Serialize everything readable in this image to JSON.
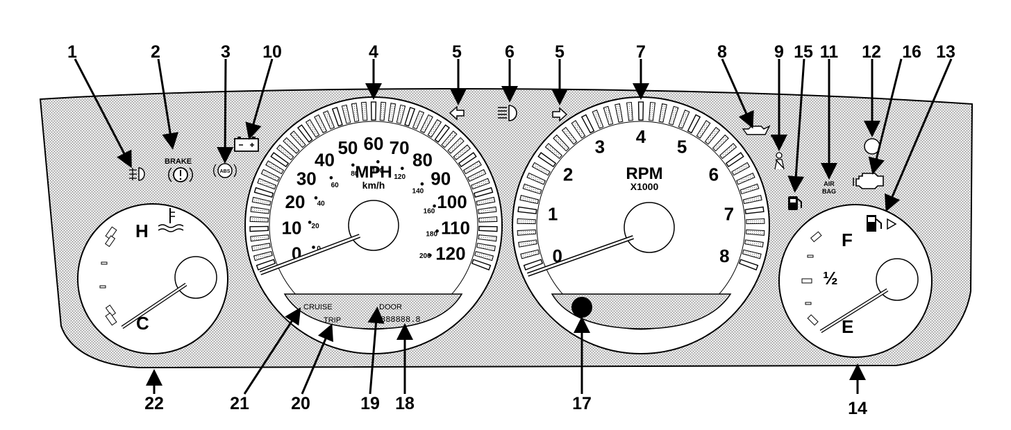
{
  "callouts": {
    "n1": "1",
    "n2": "2",
    "n3": "3",
    "n10": "10",
    "n4": "4",
    "n5a": "5",
    "n6": "6",
    "n5b": "5",
    "n7": "7",
    "n8": "8",
    "n9": "9",
    "n15": "15",
    "n11": "11",
    "n12": "12",
    "n16": "16",
    "n13": "13",
    "n22": "22",
    "n21": "21",
    "n20": "20",
    "n19": "19",
    "n18": "18",
    "n17": "17",
    "n14": "14"
  },
  "speedometer": {
    "unit": "MPH",
    "unit_sub": "km/h",
    "mph_labels": [
      "0",
      "10",
      "20",
      "30",
      "40",
      "50",
      "60",
      "70",
      "80",
      "90",
      "100",
      "110",
      "120"
    ],
    "kmh_labels": [
      "0",
      "20",
      "40",
      "60",
      "80",
      "100",
      "120",
      "140",
      "160",
      "180",
      "200"
    ]
  },
  "tachometer": {
    "unit": "RPM",
    "unit_sub": "X1000",
    "labels": [
      "0",
      "1",
      "2",
      "3",
      "4",
      "5",
      "6",
      "7",
      "8"
    ]
  },
  "temp_gauge": {
    "hot": "H",
    "cold": "C"
  },
  "fuel_gauge": {
    "full": "F",
    "half": "½",
    "empty": "E"
  },
  "lcd": {
    "cruise": "CRUISE",
    "trip": "TRIP",
    "door": "DOOR",
    "odometer": "888888.8"
  },
  "indicators": {
    "brake": "BRAKE",
    "abs": "ABS",
    "airbag_top": "AIR",
    "airbag_bottom": "BAG"
  },
  "icons": [
    "fog-lamp-icon",
    "brake-warning-icon",
    "abs-icon",
    "battery-icon",
    "left-turn-signal-icon",
    "high-beam-icon",
    "right-turn-signal-icon",
    "oil-pressure-icon",
    "seatbelt-icon",
    "low-fuel-icon",
    "airbag-icon",
    "security-lamp-icon",
    "check-engine-icon",
    "fuel-pump-icon",
    "coolant-temp-icon"
  ]
}
